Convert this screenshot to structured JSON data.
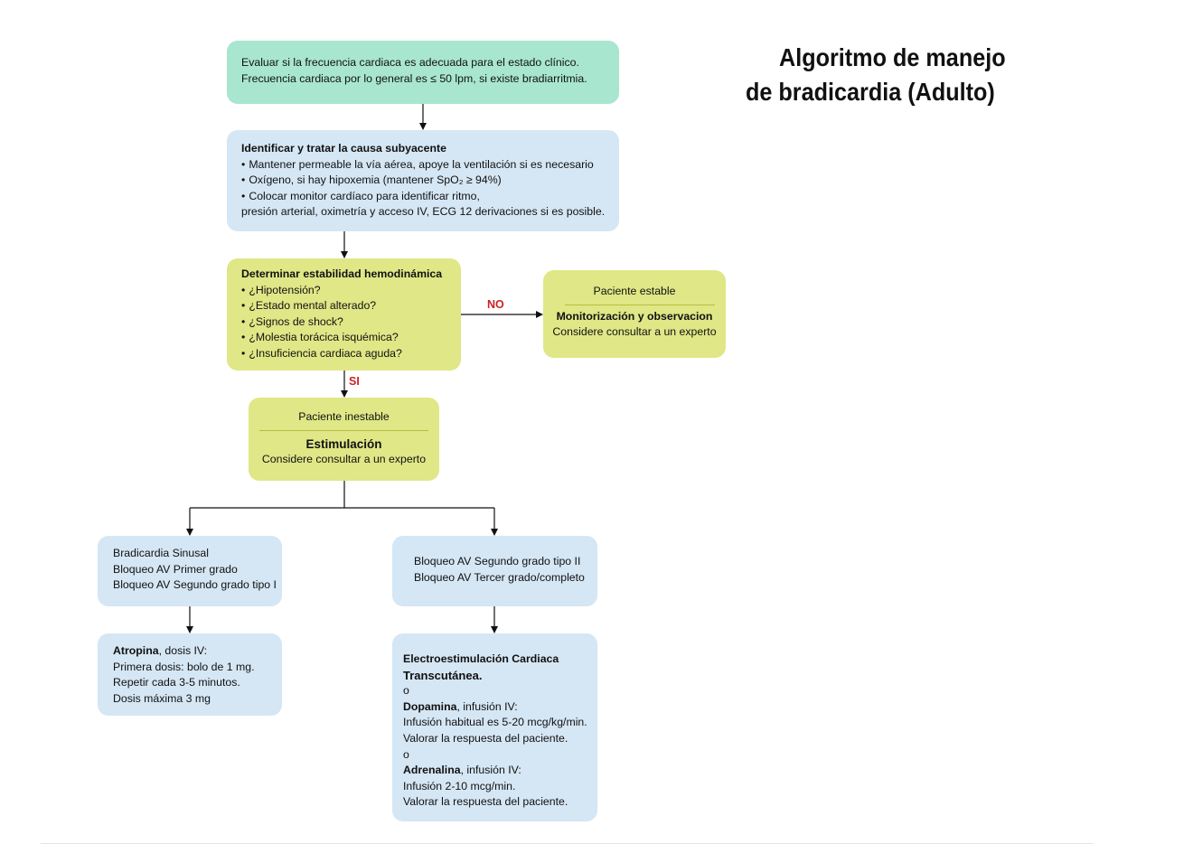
{
  "title": {
    "line1": "Algoritmo de manejo",
    "line2": "de bradicardia (Adulto)"
  },
  "box_evaluate": {
    "line1": "Evaluar si la frecuencia cardiaca es adecuada para el estado clínico.",
    "line2": "Frecuencia cardiaca por lo general es ≤ 50 lpm, si existe bradiarritmia."
  },
  "box_identify": {
    "heading": "Identificar y tratar la causa subyacente",
    "items": [
      "Mantener permeable la vía aérea, apoye la ventilación si es necesario",
      "Oxígeno, si hay hipoxemia (mantener SpO₂ ≥ 94%)",
      "Colocar monitor cardíaco para identificar ritmo,"
    ],
    "continuation": "presión arterial, oximetría y acceso IV, ECG 12 derivaciones si es posible."
  },
  "box_stability": {
    "heading": "Determinar  estabilidad  hemodinámica",
    "items": [
      "¿Hipotensión?",
      "¿Estado  mental  alterado?",
      "¿Signos de shock?",
      "¿Molestia  torácica  isquémica?",
      "¿Insuficiencia  cardiaca  aguda?"
    ]
  },
  "label_no": "NO",
  "label_si": "SI",
  "box_stable": {
    "header": "Paciente estable",
    "heading": "Monitorización  y  observacion",
    "line": "Considere consultar a un experto"
  },
  "box_unstable": {
    "header": "Paciente inestable",
    "heading": "Estimulación",
    "line": "Considere consultar a un experto"
  },
  "box_left_types": {
    "lines": [
      "Bradicardia Sinusal",
      "Bloqueo AV Primer grado",
      "Bloqueo AV Segundo grado tipo I"
    ]
  },
  "box_right_types": {
    "lines": [
      "Bloqueo AV Segundo grado tipo II",
      "Bloqueo AV Tercer grado/completo"
    ]
  },
  "box_atropine": {
    "drug": "Atropina",
    "drug_rest": ", dosis IV:",
    "lines": [
      "Primera dosis: bolo de 1 mg.",
      "Repetir cada 3-5 minutos.",
      "Dosis máxima 3 mg"
    ]
  },
  "box_pacing": {
    "heading1": "Electroestimulación Cardiaca",
    "heading2": "Transcutánea.",
    "or1": "o",
    "drug1": "Dopamina",
    "drug1_rest": ", infusión IV:",
    "drug1_lines": [
      "Infusión habitual es 5-20 mcg/kg/min.",
      "Valorar la respuesta del paciente."
    ],
    "or2": "o",
    "drug2": "Adrenalina",
    "drug2_rest": ", infusión IV:",
    "drug2_lines": [
      "Infusión 2-10 mcg/min.",
      "Valorar la respuesta del paciente."
    ]
  }
}
